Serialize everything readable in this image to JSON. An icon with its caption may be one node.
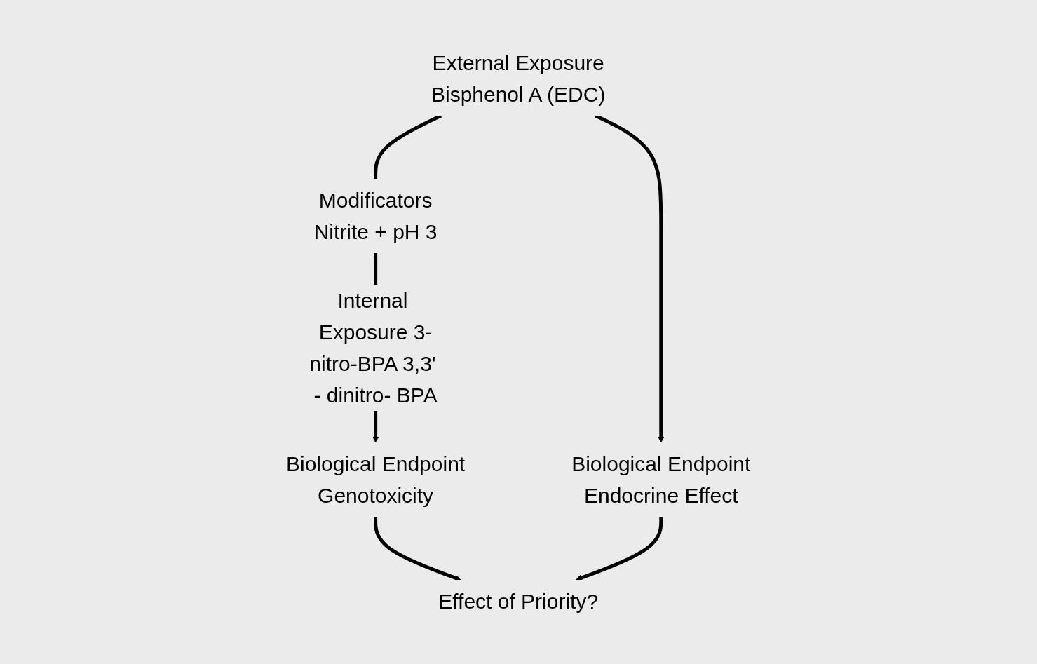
{
  "diagram": {
    "nodes": [
      {
        "text": [
          "External Exposure",
          "Bisphenol A (EDC)"
        ]
      },
      {
        "text": [
          "Biological Endpoint",
          "Endocrine Effect"
        ]
      },
      {
        "text": [
          "Modificators",
          "Nitrite + pH 3"
        ]
      },
      {
        "text": [
          "Biological Endpoint",
          "Genotoxicity"
        ]
      },
      {
        "text": [
          "Effect of Priority?"
        ]
      }
    ],
    "edges": [
      {
        "from": 0,
        "to": 1,
        "arrow": "to"
      },
      {
        "from": 0,
        "to": 2,
        "arrow": "none"
      },
      {
        "from": 2,
        "to": 3,
        "arrow": "to",
        "label": "Internal Exposure 3-nitro-BPA 3,3' - dinitro- BPA"
      },
      {
        "from": 3,
        "to": 4,
        "arrow": "to"
      },
      {
        "from": 1,
        "to": 4,
        "arrow": "to"
      }
    ]
  }
}
